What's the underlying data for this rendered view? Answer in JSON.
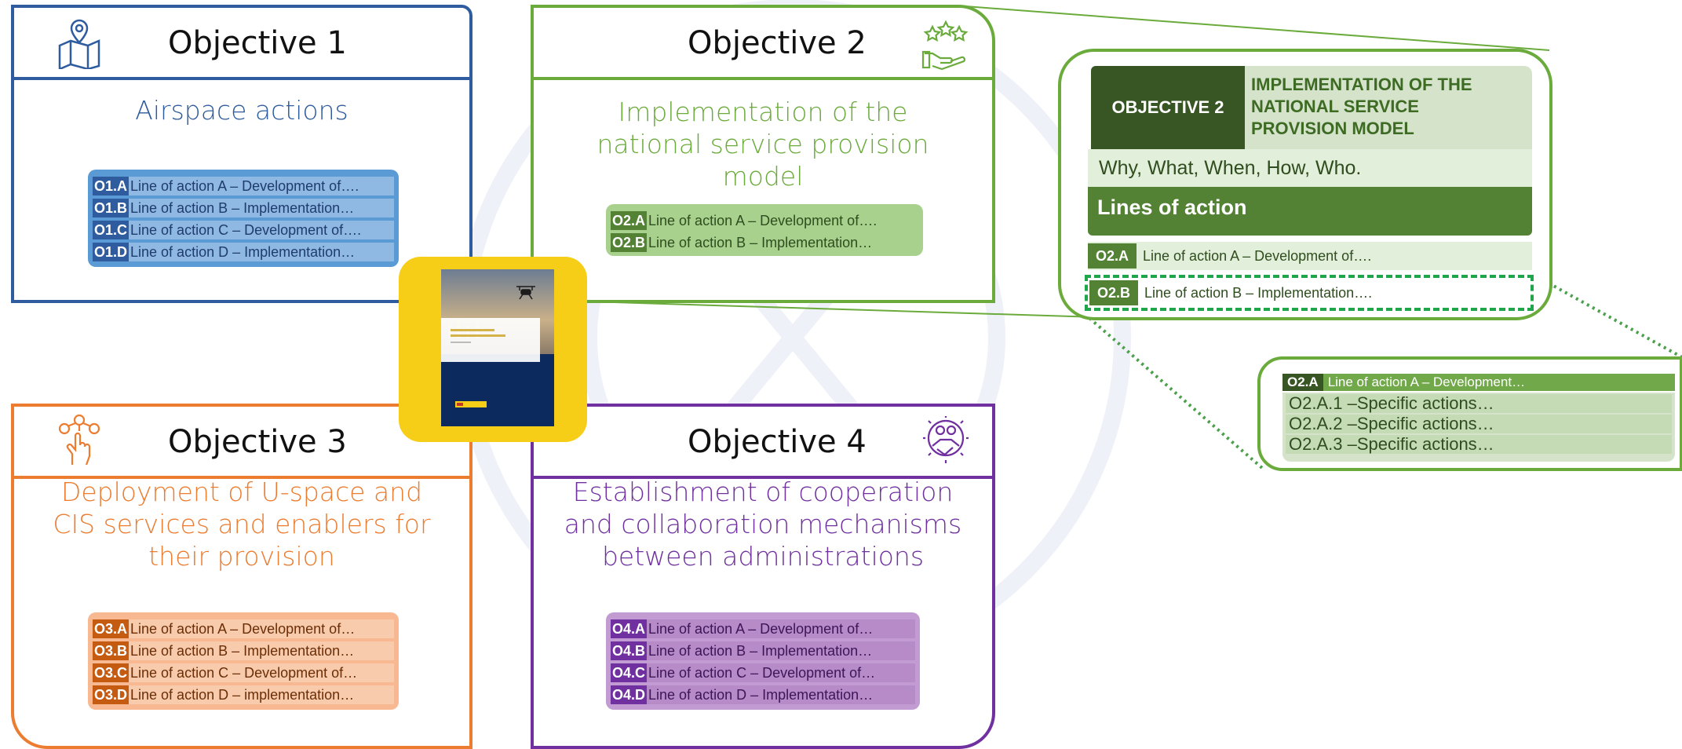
{
  "objectives": [
    {
      "id": "obj1",
      "title": "Objective 1",
      "subtitle": "Airspace actions",
      "icon": "map-pin-icon",
      "color": "#2e5c9e",
      "lines": [
        {
          "code": "O1.A",
          "text": "Line of action A – Development of…."
        },
        {
          "code": "O1.B",
          "text": "Line of action B – Implementation…"
        },
        {
          "code": "O1.C",
          "text": "Line of action C – Development of…."
        },
        {
          "code": "O1.D",
          "text": "Line of action D – Implementation…"
        }
      ]
    },
    {
      "id": "obj2",
      "title": "Objective 2",
      "subtitle": "Implementation of the national service provision model",
      "icon": "stars-hand-icon",
      "color": "#6aab3c",
      "lines": [
        {
          "code": "O2.A",
          "text": "Line of action A – Development of…."
        },
        {
          "code": "O2.B",
          "text": "Line of action B – Implementation…"
        }
      ]
    },
    {
      "id": "obj3",
      "title": "Objective 3",
      "subtitle": "Deployment of U-space and CIS services and enablers for their provision",
      "icon": "network-hand-icon",
      "color": "#ec7c30",
      "lines": [
        {
          "code": "O3.A",
          "text": "Line of action A – Development of…"
        },
        {
          "code": "O3.B",
          "text": "Line of action B – Implementation…"
        },
        {
          "code": "O3.C",
          "text": "Line of action C – Development of…"
        },
        {
          "code": "O3.D",
          "text": "Line of action D – implementation…"
        }
      ]
    },
    {
      "id": "obj4",
      "title": "Objective 4",
      "subtitle": "Establishment of cooperation and collaboration mechanisms between administrations",
      "icon": "gear-handshake-icon",
      "color": "#7030a0",
      "lines": [
        {
          "code": "O4.A",
          "text": "Line of action A – Development of…"
        },
        {
          "code": "O4.B",
          "text": "Line of action B – Implementation…"
        },
        {
          "code": "O4.C",
          "text": "Line of action C – Development of…"
        },
        {
          "code": "O4.D",
          "text": "Line of action D – Implementation…"
        }
      ]
    }
  ],
  "detail": {
    "badge": "OBJECTIVE 2",
    "heading": "IMPLEMENTATION OF THE NATIONAL SERVICE PROVISION MODEL",
    "questions": "Why, What, When, How, Who.",
    "lines_title": "Lines of action",
    "lines": [
      {
        "code": "O2.A",
        "text": "Line of action A – Development of…."
      },
      {
        "code": "O2.B",
        "text": "Line of action B – Implementation…."
      }
    ]
  },
  "subdetail": {
    "code": "O2.A",
    "text": "Line of action A – Development…",
    "actions": [
      "O2.A.1 –Specific actions…",
      "O2.A.2 –Specific actions…",
      "O2.A.3 –Specific actions…"
    ]
  },
  "colors": {
    "blue": "#2e5c9e",
    "green": "#6aab3c",
    "orange": "#ec7c30",
    "purple": "#7030a0",
    "yellow": "#f6cd17",
    "navy": "#0c2a5e",
    "dark_green": "#375623"
  }
}
